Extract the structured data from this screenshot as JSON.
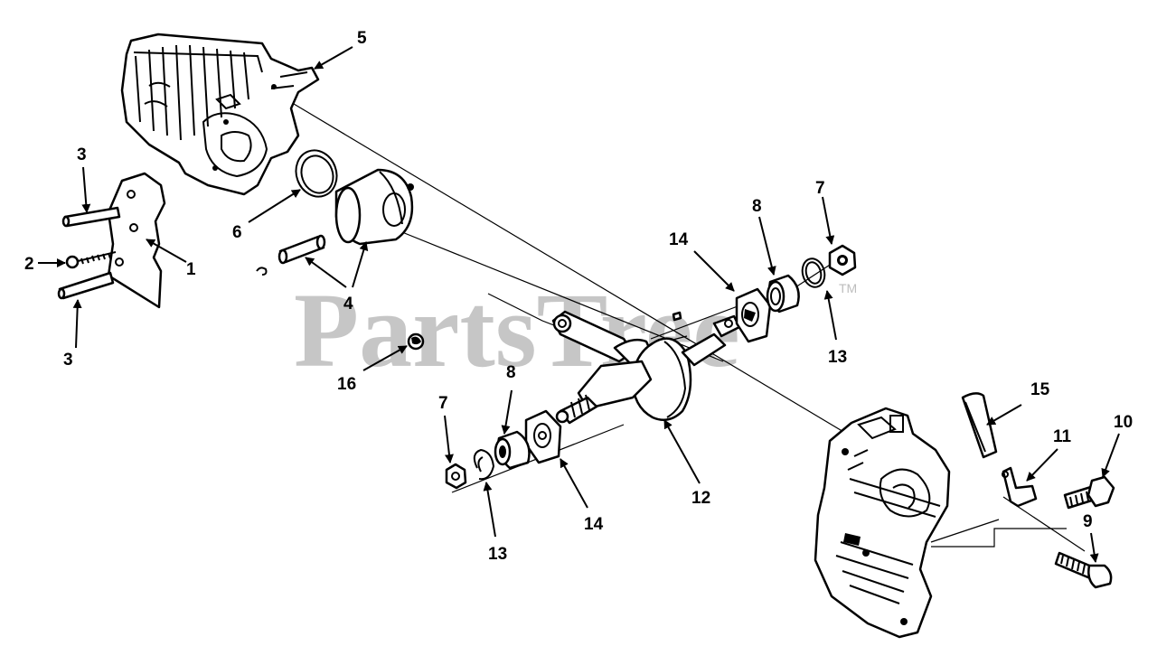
{
  "watermark": {
    "text": "PartsTree",
    "trademark": "TM"
  },
  "callouts": {
    "c1": "1",
    "c2": "2",
    "c3a": "3",
    "c3b": "3",
    "c4": "4",
    "c5": "5",
    "c6": "6",
    "c7a": "7",
    "c7b": "7",
    "c8a": "8",
    "c8b": "8",
    "c9": "9",
    "c10": "10",
    "c11": "11",
    "c12": "12",
    "c13a": "13",
    "c13b": "13",
    "c14a": "14",
    "c14b": "14",
    "c15": "15",
    "c16": "16"
  },
  "colors": {
    "ink": "#000000",
    "watermark": "#bdbdbd",
    "background": "#ffffff"
  }
}
